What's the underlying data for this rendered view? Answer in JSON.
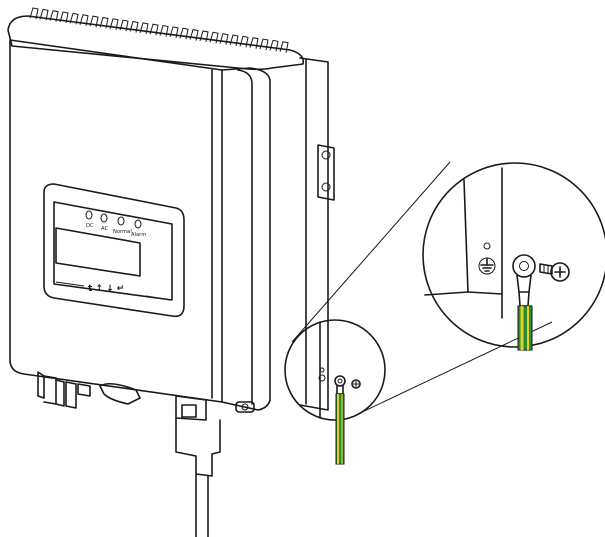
{
  "panel": {
    "leds": [
      "DC",
      "AC",
      "Normal",
      "Alarm"
    ],
    "keys": "t  ↑  ↓  ↵"
  },
  "icons": [
    "ground-symbol-icon",
    "ring-terminal-icon",
    "screw-icon"
  ],
  "colors": {
    "line": "#1a1a1a",
    "cable_green": "#2e8b2e",
    "cable_yellow": "#e0d22a"
  }
}
